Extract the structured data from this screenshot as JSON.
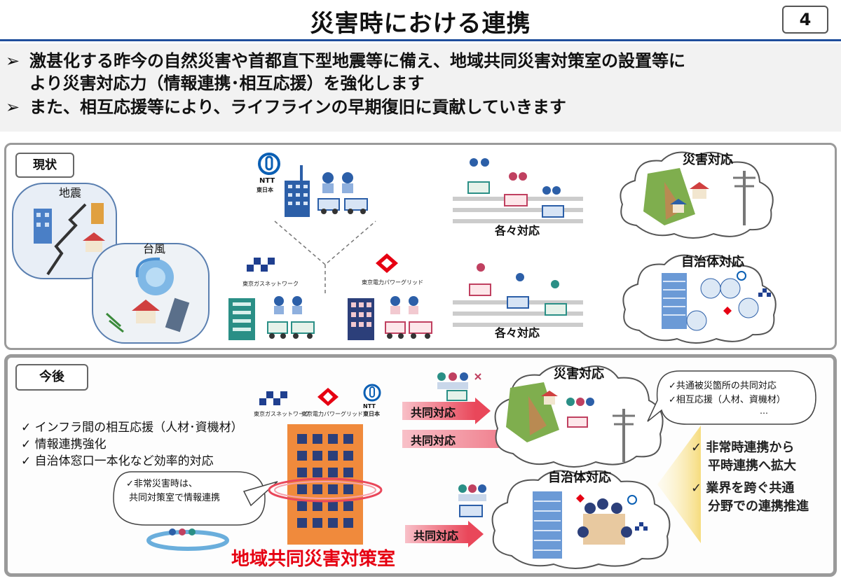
{
  "header": {
    "title": "災害時における連携",
    "page_number": "4"
  },
  "bullets": {
    "marker": "➢",
    "line1": "激甚化する昨今の自然災害や首都直下型地震等に備え、地域共同災害対策室の設置等に",
    "line1_cont": "より災害対応力（情報連携･相互応援）を強化します",
    "line2": "また、相互応援等により、ライフラインの早期復旧に貢献していきます"
  },
  "current": {
    "tag": "現状",
    "earthquake_label": "地震",
    "typhoon_label": "台風",
    "ntt_logo_text": "NTT",
    "ntt_name": "東日本",
    "gas_name": "東京ガスネットワーク",
    "power_name": "東京電力パワーグリッド",
    "separate_response_1": "各々対応",
    "separate_response_2": "各々対応",
    "disaster_response": "災害対応",
    "municipality_response": "自治体対応"
  },
  "future": {
    "tag": "今後",
    "gas_name": "東京ガスネットワーク",
    "power_name": "東京電力パワーグリッド",
    "ntt_logo_text": "NTT",
    "ntt_name": "東日本",
    "checks": [
      "✓ インフラ間の相互応援（人材･資機材）",
      "✓ 情報連携強化",
      "✓ 自治体窓口一本化など効率的対応"
    ],
    "bubble_line1": "✓非常災害時は、",
    "bubble_line2": "共同対策室で情報連携",
    "center_name": "地域共同災害対策室",
    "joint_response_1": "共同対応",
    "joint_response_2": "共同対応",
    "joint_response_3": "共同対応",
    "disaster_response": "災害対応",
    "municipality_response": "自治体対応",
    "speech_items": [
      "✓共通被災箇所の共同対応",
      "✓相互応援（人材、資機材）",
      "…"
    ],
    "outcomes": [
      "✓ 非常時連携から",
      "平時連携へ拡大",
      "✓ 業界を跨ぐ共通",
      "分野での連携推進"
    ]
  },
  "colors": {
    "title_rule": "#1f4e9c",
    "accent_red": "#e9475a",
    "center_name_red": "#e60012",
    "building_orange": "#f08a3c",
    "building_blue": "#2c5fa8",
    "building_teal": "#2a8f86",
    "gas_blue": "#1f3f8f"
  },
  "icons": [
    "ntt-logo-icon",
    "gas-logo-icon",
    "power-logo-icon",
    "truck-icon",
    "worker-icon",
    "building-icon",
    "cloud-icon",
    "utility-pole-icon"
  ]
}
